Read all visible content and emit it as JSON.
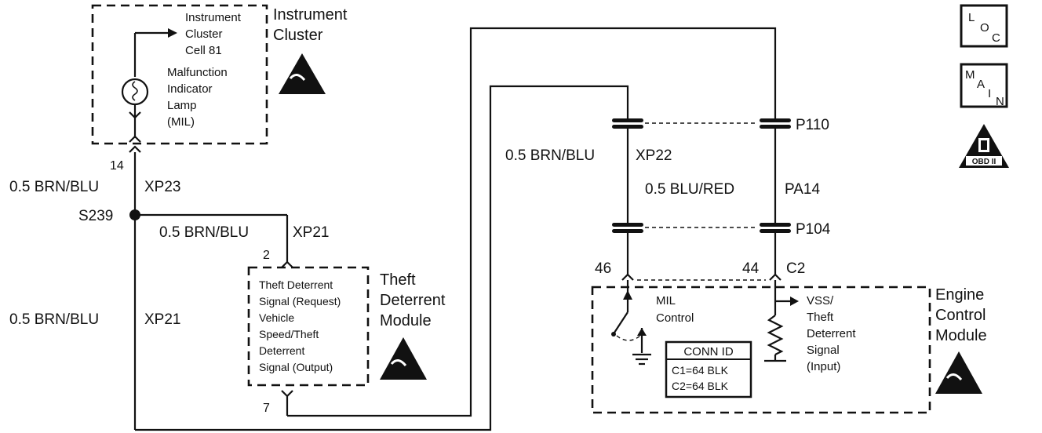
{
  "instrument_cluster": {
    "title_line1": "Instrument",
    "title_line2": "Cluster",
    "ref_line1": "Instrument",
    "ref_line2": "Cluster",
    "ref_line3": "Cell 81",
    "mil_line1": "Malfunction",
    "mil_line2": "Indicator",
    "mil_line3": "Lamp",
    "mil_line4": "(MIL)",
    "pin": "14"
  },
  "wires": {
    "xp23_wire": "0.5 BRN/BLU",
    "xp23_conn": "XP23",
    "splice": "S239",
    "xp21_top_wire": "0.5 BRN/BLU",
    "xp21_top_conn": "XP21",
    "xp21_left_wire": "0.5 BRN/BLU",
    "xp21_left_conn": "XP21",
    "xp22_wire": "0.5 BRN/BLU",
    "xp22_conn": "XP22",
    "pa14_wire": "0.5  BLU/RED",
    "pa14_conn": "PA14",
    "p110": "P110",
    "p104": "P104"
  },
  "theft_module": {
    "title_line1": "Theft",
    "title_line2": "Deterrent",
    "title_line3": "Module",
    "pin_top": "2",
    "pin_bottom": "7",
    "sig_line1": "Theft Deterrent",
    "sig_line2": "Signal (Request)",
    "sig_line3": "Vehicle",
    "sig_line4": "Speed/Theft",
    "sig_line5": "Deterrent",
    "sig_line6": "Signal (Output)"
  },
  "ecm": {
    "title_line1": "Engine",
    "title_line2": "Control",
    "title_line3": "Module",
    "pin_46": "46",
    "pin_44": "44",
    "connector": "C2",
    "mil_line1": "MIL",
    "mil_line2": "Control",
    "vss_line1": "VSS/",
    "vss_line2": "Theft",
    "vss_line3": "Deterrent",
    "vss_line4": "Signal",
    "vss_line5": "(Input)",
    "conn_id_title": "CONN ID",
    "conn_c1": "C1=64 BLK",
    "conn_c2": "C2=64 BLK"
  },
  "nav": {
    "loc_l": "L",
    "loc_o": "O",
    "loc_c": "C",
    "main_m": "M",
    "main_a": "A",
    "main_i": "I",
    "main_n": "N",
    "obd_label": "OBD II"
  }
}
